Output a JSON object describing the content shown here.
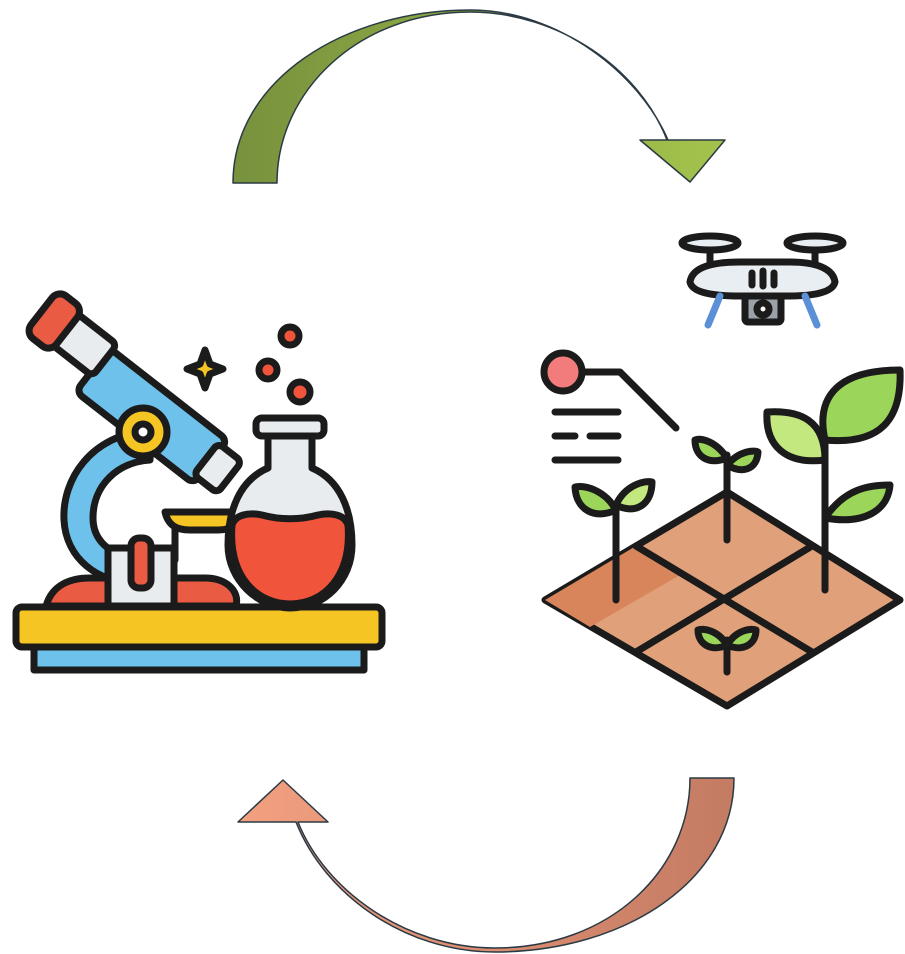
{
  "diagram": {
    "elements": [
      {
        "name": "lab-icon",
        "depicts": "microscope-and-flask"
      },
      {
        "name": "field-icon",
        "depicts": "drone-over-crop-field"
      },
      {
        "name": "arrow-lab-to-field",
        "direction": "clockwise"
      },
      {
        "name": "arrow-field-to-lab",
        "direction": "clockwise"
      }
    ]
  },
  "colors": {
    "outline": "#1b1b1b",
    "arrow_top_dark": "#78913d",
    "arrow_top_light": "#a4c34c",
    "arrow_bottom_light": "#f2a080",
    "arrow_bottom_dark": "#c37b62",
    "microscope_blue": "#6dc1ea",
    "microscope_red": "#ea5b44",
    "table_yellow": "#f5c524",
    "table_blue": "#6dc1ea",
    "flask_liquid": "#f0553c",
    "flask_glass": "#e8ecef",
    "soil_light": "#e0a07a",
    "soil_dark": "#d8855c",
    "leaf_green": "#9bd55a",
    "leaf_light": "#c2e87f",
    "drone_body": "#e9eef2",
    "drone_gray": "#9aa1a8",
    "drone_blue": "#5b8fd6",
    "drone_orange": "#f29b2e",
    "tag_pink": "#f27b7b"
  }
}
